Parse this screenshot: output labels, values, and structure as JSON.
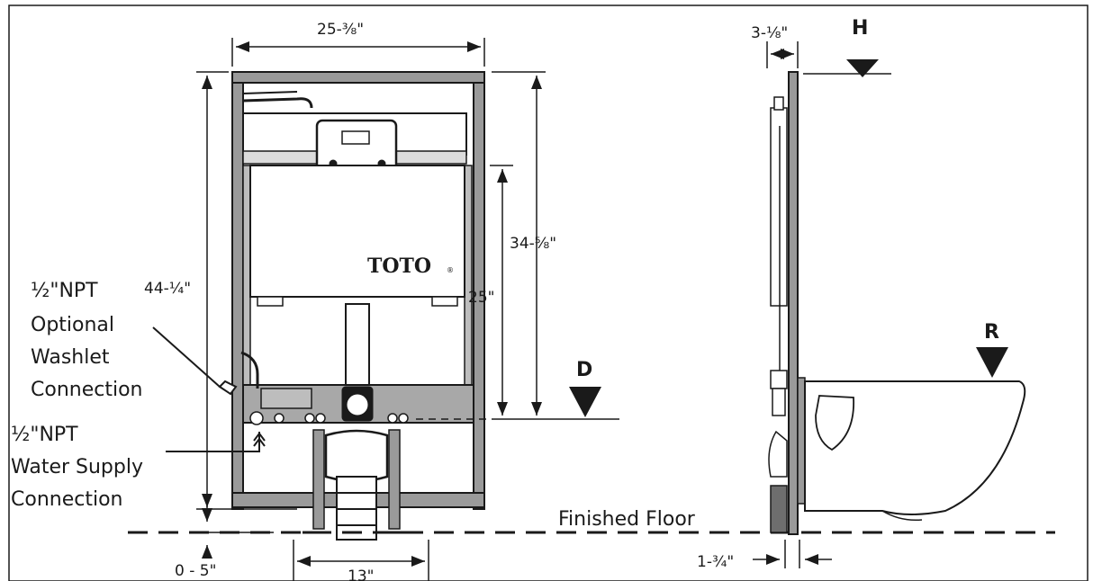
{
  "dimensions": {
    "width": "25-⅜\"",
    "height_total": "44-¼\"",
    "height_upper": "34-⅝\"",
    "height_lower": "25\"",
    "floor_offset": "0 - 5\"",
    "feet_spacing": "13\"",
    "side_depth": "3-⅛\"",
    "side_bottom": "1-¾\""
  },
  "markers": {
    "h": "H",
    "d": "D",
    "r": "R"
  },
  "brand": "TOTO",
  "brand_mark": "®",
  "callouts": {
    "washlet": [
      "½\"NPT",
      "Optional",
      "Washlet",
      "Connection"
    ],
    "water": [
      "½\"NPT",
      "Water Supply",
      "Connection"
    ]
  },
  "floor_label": "Finished Floor"
}
